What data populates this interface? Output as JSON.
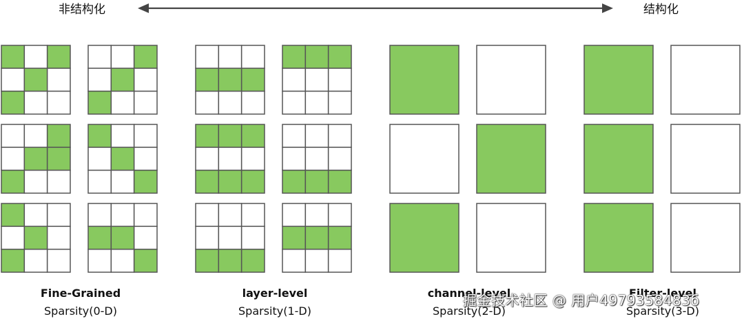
{
  "header": {
    "left_label": "非结构化",
    "right_label": "结构化"
  },
  "colors": {
    "filled": "#88c95f",
    "empty": "#ffffff",
    "border": "#555555",
    "arrow": "#444444"
  },
  "groups": [
    {
      "name": "Fine-Grained",
      "sparsity": "Sparsity(0-D)",
      "type": "grid",
      "rows": [
        [
          [
            [
              1,
              0,
              1
            ],
            [
              0,
              1,
              0
            ],
            [
              1,
              0,
              0
            ]
          ],
          [
            [
              0,
              0,
              1
            ],
            [
              0,
              1,
              0
            ],
            [
              1,
              0,
              0
            ]
          ]
        ],
        [
          [
            [
              0,
              0,
              1
            ],
            [
              0,
              1,
              1
            ],
            [
              1,
              0,
              0
            ]
          ],
          [
            [
              1,
              0,
              0
            ],
            [
              0,
              1,
              0
            ],
            [
              0,
              0,
              1
            ]
          ]
        ],
        [
          [
            [
              1,
              0,
              0
            ],
            [
              0,
              1,
              0
            ],
            [
              1,
              0,
              0
            ]
          ],
          [
            [
              0,
              0,
              0
            ],
            [
              1,
              1,
              0
            ],
            [
              0,
              0,
              1
            ]
          ]
        ]
      ]
    },
    {
      "name": "layer-level",
      "sparsity": "Sparsity(1-D)",
      "type": "grid",
      "rows": [
        [
          [
            [
              0,
              0,
              0
            ],
            [
              1,
              1,
              1
            ],
            [
              0,
              0,
              0
            ]
          ],
          [
            [
              1,
              1,
              1
            ],
            [
              0,
              0,
              0
            ],
            [
              0,
              0,
              0
            ]
          ]
        ],
        [
          [
            [
              1,
              1,
              1
            ],
            [
              0,
              0,
              0
            ],
            [
              1,
              1,
              1
            ]
          ],
          [
            [
              0,
              0,
              0
            ],
            [
              0,
              0,
              0
            ],
            [
              1,
              1,
              1
            ]
          ]
        ],
        [
          [
            [
              0,
              0,
              0
            ],
            [
              0,
              0,
              0
            ],
            [
              1,
              1,
              1
            ]
          ],
          [
            [
              0,
              0,
              0
            ],
            [
              1,
              1,
              1
            ],
            [
              0,
              0,
              0
            ]
          ]
        ]
      ]
    },
    {
      "name": "channel-level",
      "sparsity": "Sparsity(2-D)",
      "type": "block",
      "rows": [
        [
          1,
          0
        ],
        [
          0,
          1
        ],
        [
          1,
          0
        ]
      ]
    },
    {
      "name": "Filter-level",
      "sparsity": "Sparsity(3-D)",
      "type": "block",
      "rows": [
        [
          1,
          0
        ],
        [
          1,
          0
        ],
        [
          1,
          0
        ]
      ]
    }
  ],
  "watermark": "掘金技术社区 @ 用户4979358483б"
}
